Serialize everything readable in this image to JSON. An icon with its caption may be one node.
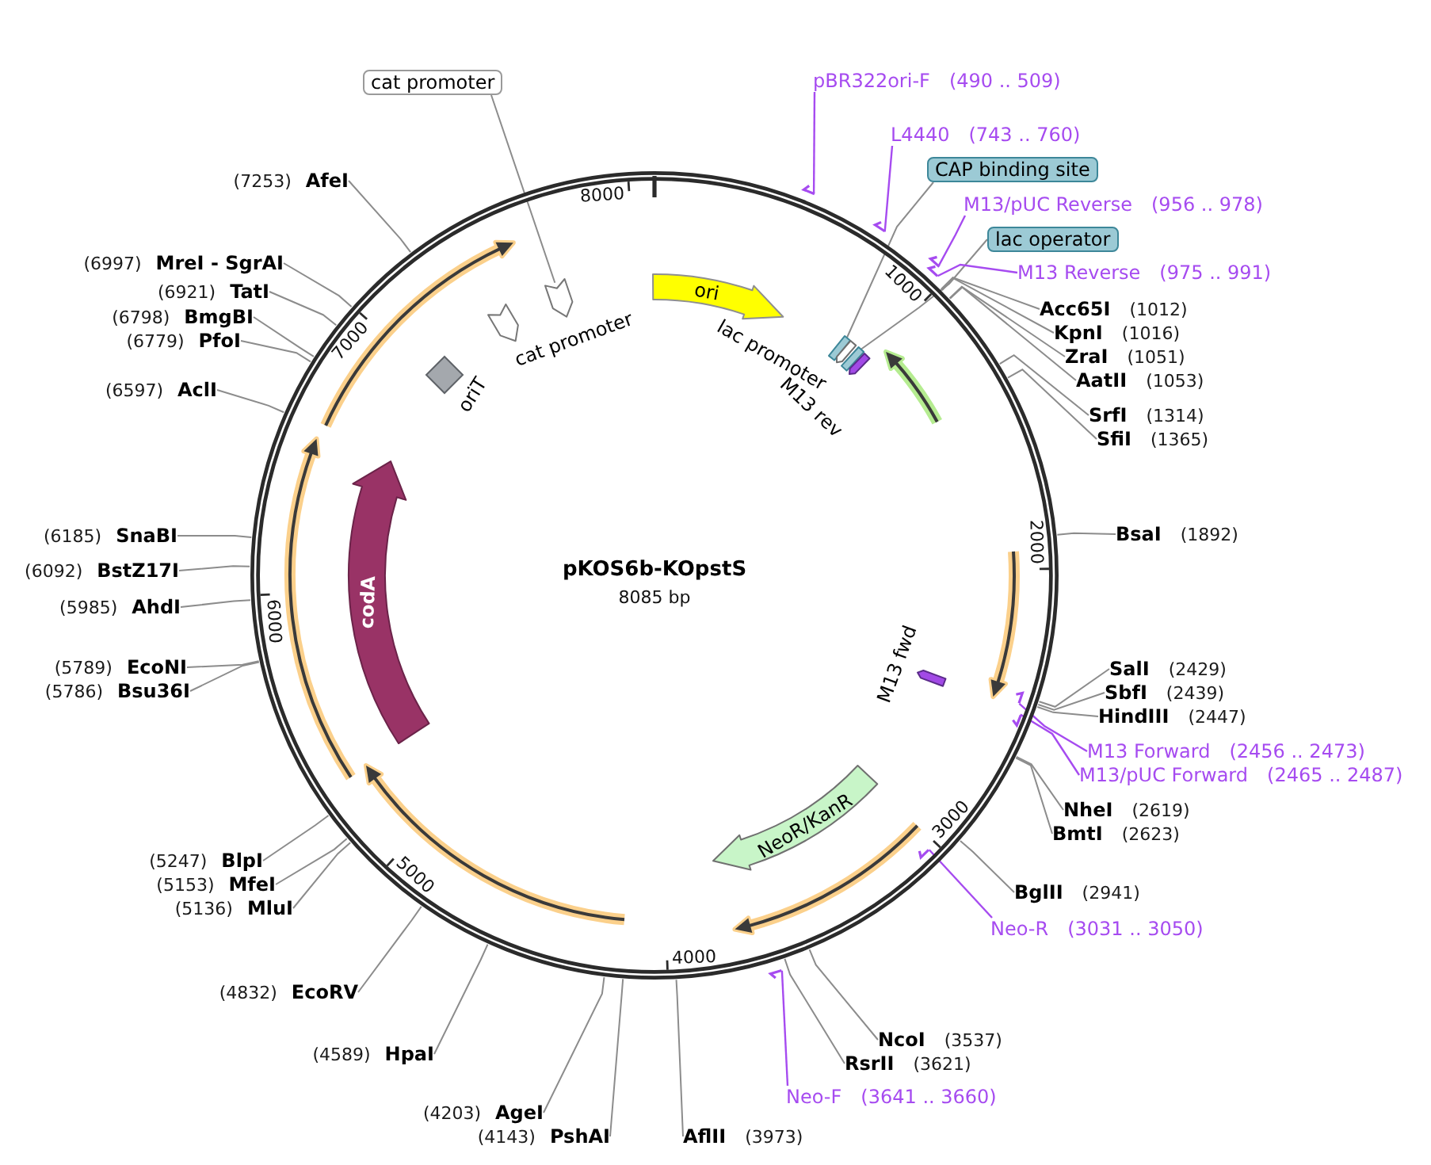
{
  "diagram": {
    "title": "pKOS6b-KOpstS",
    "nodes": [
      {
        "text": [],
        "shape": "circle"
      },
      {
        "text": [
          "ori"
        ],
        "in": 0
      },
      {
        "text": [],
        "shape": "bar",
        "in": 0
      },
      {
        "text": [],
        "shape": "arrow",
        "beside": [
          "lac promoter"
        ],
        "in": 0
      },
      {
        "text": [],
        "shape": "bar",
        "in": 0
      },
      {
        "text": [],
        "shape": "arrow",
        "beside": [
          "M13 rev"
        ],
        "in": 0
      },
      {
        "text": [],
        "shape": "arrow",
        "beside": [
          "M13 fwd"
        ],
        "in": 0
      },
      {
        "text": [
          "NeoR/KanR"
        ],
        "in": 0
      },
      {
        "text": [
          "codA"
        ],
        "in": 0
      },
      {
        "text": [],
        "shape": "diamond",
        "beside": [
          "oriT"
        ],
        "in": 0
      },
      {
        "text": [],
        "shape": "arrow",
        "beside": [
          "cat promoter"
        ],
        "in": 0
      },
      {
        "text": [],
        "shape": "arrow",
        "in": 0
      },
      {
        "text": [],
        "shape": "bar",
        "in": 0
      },
      {
        "text": [],
        "shape": "bar",
        "in": 0
      },
      {
        "text": [],
        "shape": "bar",
        "in": 0
      },
      {
        "text": [
          "pBR322ori-F",
          "(490 .. 509)"
        ]
      },
      {
        "text": [],
        "shape": "bar"
      },
      {
        "text": [
          "L4440",
          "(743 .. 760)"
        ]
      },
      {
        "text": [],
        "shape": "bar"
      },
      {
        "text": [
          "CAP binding site"
        ]
      },
      {
        "text": [
          "M13/pUC Reverse",
          "(956 .. 978)"
        ]
      },
      {
        "text": [],
        "shape": "bar"
      },
      {
        "text": [
          "lac operator"
        ]
      },
      {
        "text": [
          "M13 Reverse",
          "(975 .. 991)"
        ]
      },
      {
        "text": [],
        "shape": "bar"
      },
      {
        "text": [
          "Acc65I",
          "(1012)"
        ]
      },
      {
        "text": [
          "KpnI",
          "(1016)"
        ]
      },
      {
        "text": [
          "ZraI",
          "(1051)"
        ]
      },
      {
        "text": [
          "AatII",
          "(1053)"
        ]
      },
      {
        "text": [
          "SrfI",
          "(1314)"
        ]
      },
      {
        "text": [
          "SfiI",
          "(1365)"
        ]
      },
      {
        "text": [
          "BsaI",
          "(1892)"
        ]
      },
      {
        "text": [
          "SalI",
          "(2429)"
        ]
      },
      {
        "text": [
          "SbfI",
          "(2439)"
        ]
      },
      {
        "text": [
          "HindIII",
          "(2447)"
        ]
      },
      {
        "text": [
          "M13 Forward",
          "(2456 .. 2473)"
        ]
      },
      {
        "text": [
          "M13/pUC Forward",
          "(2465 .. 2487)"
        ]
      },
      {
        "text": [
          "NheI",
          "(2619)"
        ]
      },
      {
        "text": [
          "BmtI",
          "(2623)"
        ]
      },
      {
        "text": [
          "BglII",
          "(2941)"
        ]
      },
      {
        "text": [
          "Neo-R",
          "(3031 .. 3050)"
        ]
      },
      {
        "text": [
          "NcoI",
          "(3537)"
        ]
      },
      {
        "text": [
          "RsrII",
          "(3621)"
        ]
      },
      {
        "text": [
          "Neo-F",
          "(3641 .. 3660)"
        ]
      },
      {
        "text": [],
        "shape": "bar"
      },
      {
        "text": [
          "AflII",
          "(3973)"
        ]
      },
      {
        "text": [
          "(4143)",
          "PshAI"
        ]
      },
      {
        "text": [
          "(4203)",
          "AgeI"
        ]
      },
      {
        "text": [
          "(4589)",
          "HpaI"
        ]
      },
      {
        "text": [
          "(4832)",
          "EcoRV"
        ]
      },
      {
        "text": [
          "(5136)",
          "MluI"
        ]
      },
      {
        "text": [
          "(5153)",
          "MfeI"
        ]
      },
      {
        "text": [
          "(5247)",
          "BlpI"
        ]
      },
      {
        "text": [
          "(5786)",
          "Bsu36I"
        ]
      },
      {
        "text": [
          "(5789)",
          "EcoNI"
        ]
      },
      {
        "text": [
          "(5985)",
          "AhdI"
        ]
      },
      {
        "text": [
          "(6092)",
          "BstZ17I"
        ]
      },
      {
        "text": [
          "(6185)",
          "SnaBI"
        ]
      },
      {
        "text": [
          "(6597)",
          "AclI"
        ]
      },
      {
        "text": [
          "(6779)",
          "PfoI"
        ]
      },
      {
        "text": [
          "(6798)",
          "BmgBI"
        ]
      },
      {
        "text": [
          "(6921)",
          "TatI"
        ]
      },
      {
        "text": [
          "(6997)",
          "MreI - SgrAI"
        ]
      },
      {
        "text": [
          "(7253)",
          "AfeI"
        ]
      },
      {
        "text": [
          "cat promoter"
        ]
      }
    ],
    "edges": [
      {
        "from": 15,
        "to": 16,
        "arrow": "none",
        "color": "#a64bf0"
      },
      {
        "from": 17,
        "to": 18,
        "arrow": "none",
        "color": "#a64bf0"
      },
      {
        "from": 19,
        "to": 2,
        "arrow": "none"
      },
      {
        "from": 20,
        "to": 21,
        "arrow": "none",
        "color": "#a64bf0"
      },
      {
        "from": 22,
        "to": 4,
        "arrow": "none"
      },
      {
        "from": 23,
        "to": 24,
        "arrow": "none",
        "color": "#a64bf0"
      },
      {
        "from": 25,
        "to": 0,
        "arrow": "none"
      },
      {
        "from": 26,
        "to": 0,
        "arrow": "none"
      },
      {
        "from": 27,
        "to": 0,
        "arrow": "none"
      },
      {
        "from": 28,
        "to": 0,
        "arrow": "none"
      },
      {
        "from": 29,
        "to": 0,
        "arrow": "none"
      },
      {
        "from": 30,
        "to": 0,
        "arrow": "none"
      },
      {
        "from": 31,
        "to": 0,
        "arrow": "none"
      },
      {
        "from": 32,
        "to": 0,
        "arrow": "none"
      },
      {
        "from": 33,
        "to": 0,
        "arrow": "none"
      },
      {
        "from": 34,
        "to": 0,
        "arrow": "none"
      },
      {
        "from": 35,
        "to": 12,
        "arrow": "none",
        "color": "#a64bf0"
      },
      {
        "from": 36,
        "to": 13,
        "arrow": "none",
        "color": "#a64bf0"
      },
      {
        "from": 37,
        "to": 0,
        "arrow": "none"
      },
      {
        "from": 38,
        "to": 0,
        "arrow": "none"
      },
      {
        "from": 39,
        "to": 0,
        "arrow": "none"
      },
      {
        "from": 40,
        "to": 14,
        "arrow": "none",
        "color": "#a64bf0"
      },
      {
        "from": 41,
        "to": 0,
        "arrow": "none"
      },
      {
        "from": 42,
        "to": 0,
        "arrow": "none"
      },
      {
        "from": 43,
        "to": 44,
        "arrow": "none",
        "color": "#a64bf0"
      },
      {
        "from": 45,
        "to": 0,
        "arrow": "none"
      },
      {
        "from": 46,
        "to": 0,
        "arrow": "none"
      },
      {
        "from": 47,
        "to": 0,
        "arrow": "none"
      },
      {
        "from": 48,
        "to": 0,
        "arrow": "none"
      },
      {
        "from": 49,
        "to": 0,
        "arrow": "none"
      },
      {
        "from": 50,
        "to": 0,
        "arrow": "none"
      },
      {
        "from": 51,
        "to": 0,
        "arrow": "none"
      },
      {
        "from": 52,
        "to": 0,
        "arrow": "none"
      },
      {
        "from": 53,
        "to": 0,
        "arrow": "none"
      },
      {
        "from": 54,
        "to": 0,
        "arrow": "none"
      },
      {
        "from": 55,
        "to": 0,
        "arrow": "none"
      },
      {
        "from": 56,
        "to": 0,
        "arrow": "none"
      },
      {
        "from": 57,
        "to": 0,
        "arrow": "none"
      },
      {
        "from": 58,
        "to": 0,
        "arrow": "none"
      },
      {
        "from": 59,
        "to": 0,
        "arrow": "none"
      },
      {
        "from": 60,
        "to": 0,
        "arrow": "none"
      },
      {
        "from": 61,
        "to": 0,
        "arrow": "none"
      },
      {
        "from": 62,
        "to": 0,
        "arrow": "none"
      },
      {
        "from": 63,
        "to": 0,
        "arrow": "none"
      },
      {
        "from": 64,
        "to": 11,
        "arrow": "none"
      }
    ],
    "labels": [
      "8085 bp",
      "8000",
      "1000",
      "2000",
      "3000",
      "4000",
      "5000",
      "6000",
      "7000"
    ]
  }
}
